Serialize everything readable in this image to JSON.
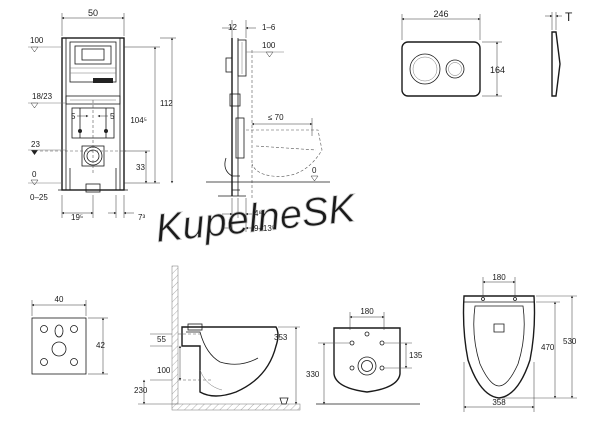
{
  "watermark": "KupelneSK",
  "frame_front": {
    "width": "50",
    "level_top": "100",
    "level_mid": "18/23",
    "spacing_left": "5",
    "spacing_right": "5",
    "level_low": "23",
    "floor": "0",
    "floor_range": "0–25",
    "height_total": "112",
    "height_frame": "104⁵",
    "height_lower": "33",
    "bottom_left": "19⁵",
    "bottom_right": "7³"
  },
  "frame_side": {
    "top_left": "12",
    "top_right": "1–6",
    "level_top": "100",
    "bowl_reach": "≤ 70",
    "floor": "0",
    "bottom_offset": "4⁸",
    "bottom_range": "9–13⁵"
  },
  "flush_plate": {
    "width": "246",
    "height": "164",
    "side_label": "T"
  },
  "mount_plate": {
    "width": "40",
    "height": "42"
  },
  "bowl_side": {
    "level_55": "55",
    "level_100": "100",
    "level_230": "230",
    "height_353": "353"
  },
  "bowl_rear": {
    "width": "180",
    "level_135": "135",
    "level_330": "330"
  },
  "bowl_top": {
    "width_top": "180",
    "length_inner": "470",
    "length_total": "530",
    "width_bottom": "358"
  }
}
